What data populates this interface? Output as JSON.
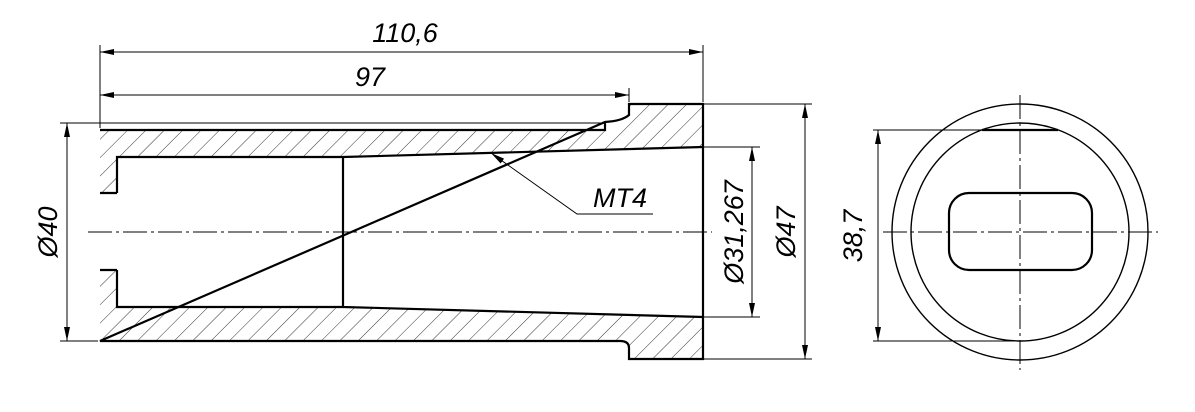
{
  "drawing": {
    "side_view": {
      "overall_length": "110,6",
      "body_length": "97",
      "body_diameter": "Ø40",
      "taper_diameter": "Ø31,267",
      "flange_diameter": "Ø47",
      "taper_label": "MT4"
    },
    "end_view": {
      "flat_height": "38,7"
    },
    "colors": {
      "line": "#000000",
      "background": "#ffffff"
    }
  }
}
